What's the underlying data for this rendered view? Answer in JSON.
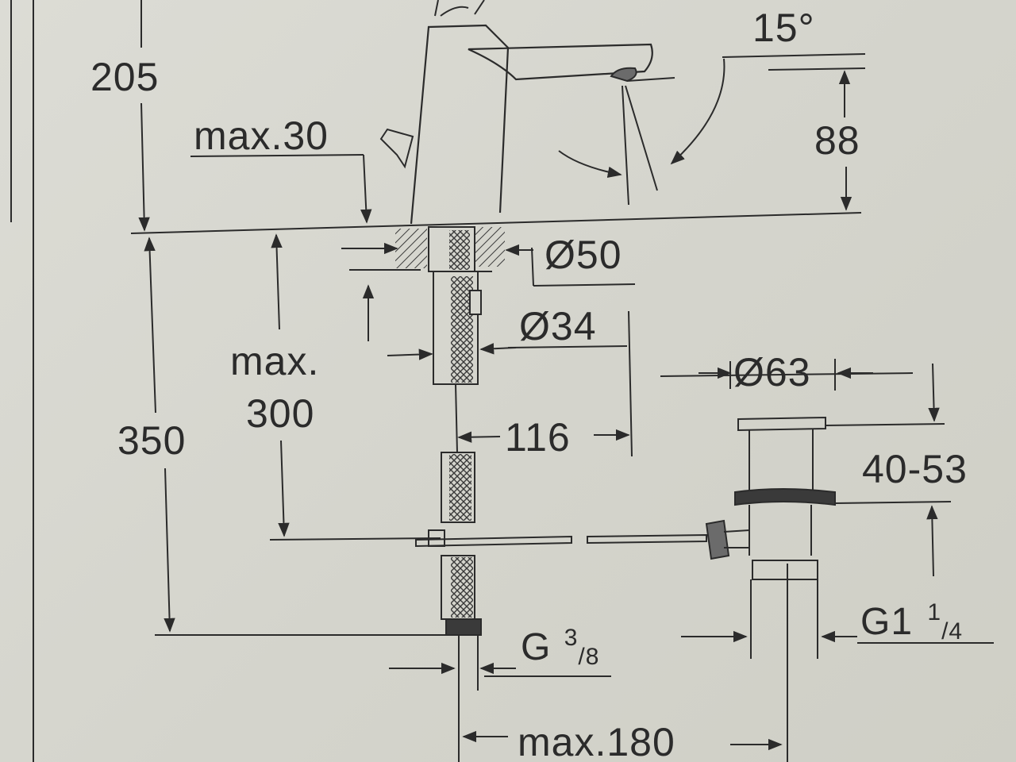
{
  "dimensions": {
    "height_total": "205",
    "lever_clearance": "max.30",
    "spout_angle": "15°",
    "spout_height": "88",
    "hole_diameter": "Ø50",
    "body_diameter": "Ø34",
    "deck_thickness_label_top": "max.",
    "deck_thickness_label_bottom": "300",
    "rod_length": "350",
    "spout_reach": "116",
    "waste_diameter": "Ø63",
    "waste_range": "40-53",
    "waste_thread_main": "G1",
    "waste_thread_num": "1",
    "waste_thread_den": "/4",
    "supply_thread_main": "G",
    "supply_thread_num": "3",
    "supply_thread_den": "/8",
    "max_distance": "max.180"
  },
  "colors": {
    "ink": "#2b2b2b",
    "paper": "#d9d8d1",
    "hatch": "#3a3a3a"
  }
}
